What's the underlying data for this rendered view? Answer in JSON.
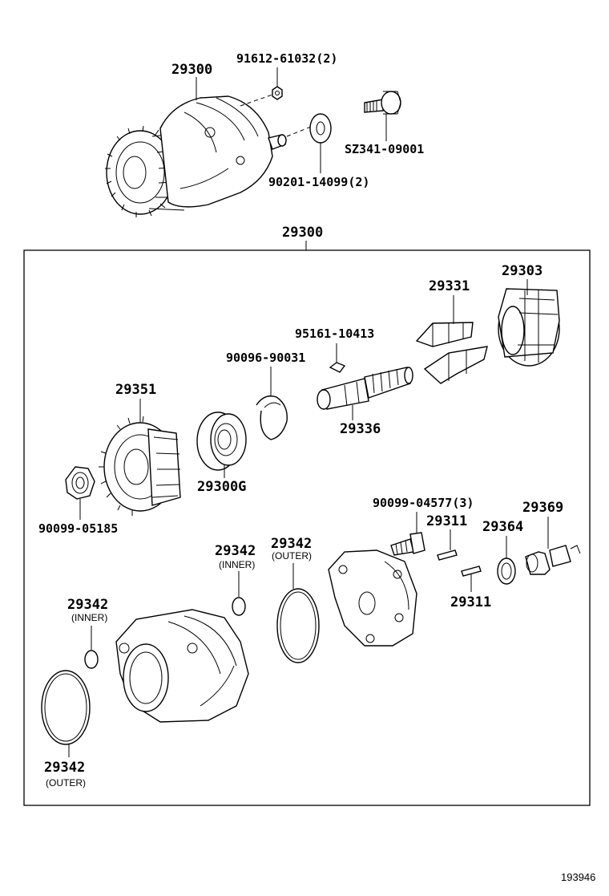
{
  "labels": {
    "assembly_top": "29300",
    "nut_top": "91612-61032(2)",
    "bolt_top": "SZ341-09001",
    "washer_top": "90201-14099(2)",
    "assembly_box": "29300",
    "gear_29303": "29303",
    "plate_29331": "29331",
    "key_95161": "95161-10413",
    "snap_ring": "90096-90031",
    "gear_29351": "29351",
    "shaft_29336": "29336",
    "bearing_29300g": "29300G",
    "nut_90099": "90099-05185",
    "bolt_90099": "90099-04577(3)",
    "pin_29311_a": "29311",
    "sensor_29369": "29369",
    "ring_29364": "29364",
    "pin_29311_b": "29311",
    "oring_inner_mid": "29342",
    "oring_inner_mid_note": "(INNER)",
    "oring_outer_mid": "29342",
    "oring_outer_mid_note": "(OUTER)",
    "oring_inner_left": "29342",
    "oring_inner_left_note": "(INNER)",
    "oring_outer_left": "29342",
    "oring_outer_left_note": "(OUTER)"
  },
  "figure_id": "193946"
}
